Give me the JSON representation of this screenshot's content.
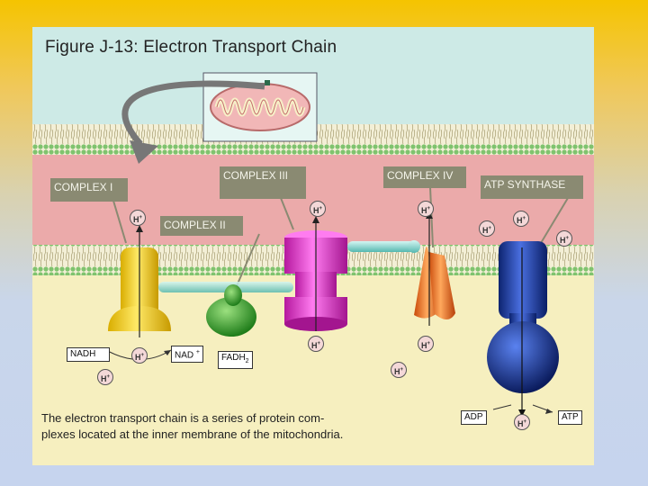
{
  "figure": {
    "title": "Figure J-13: Electron Transport Chain",
    "caption_line1": "The electron transport chain is a series of protein com-",
    "caption_line2": "plexes located at the inner membrane of the mitochondria."
  },
  "complexes": {
    "complex1": "COMPLEX I",
    "complex2": "COMPLEX II",
    "complex3": "COMPLEX III",
    "complex4": "COMPLEX IV",
    "atp_synthase": "ATP SYNTHASE"
  },
  "molecules": {
    "nadh": "NADH",
    "nad": "NAD",
    "nad_sup": "+",
    "fadh2": "FADH",
    "fadh2_sub": "2",
    "adp": "ADP",
    "atp": "ATP"
  },
  "ion": {
    "symbol": "H",
    "charge": "+"
  },
  "colors": {
    "intermembrane_space": "#ebaaaa",
    "matrix": "#f6efbf",
    "membrane_heads": "#9ed38e",
    "sky": "#cdeae6",
    "complex1": "#e8c20e",
    "complex2": "#3aa32a",
    "complex3": "#d630c9",
    "complex4": "#ec6a1e",
    "atp_synthase": "#1b3da0",
    "label_bg": "#8a8a72"
  }
}
